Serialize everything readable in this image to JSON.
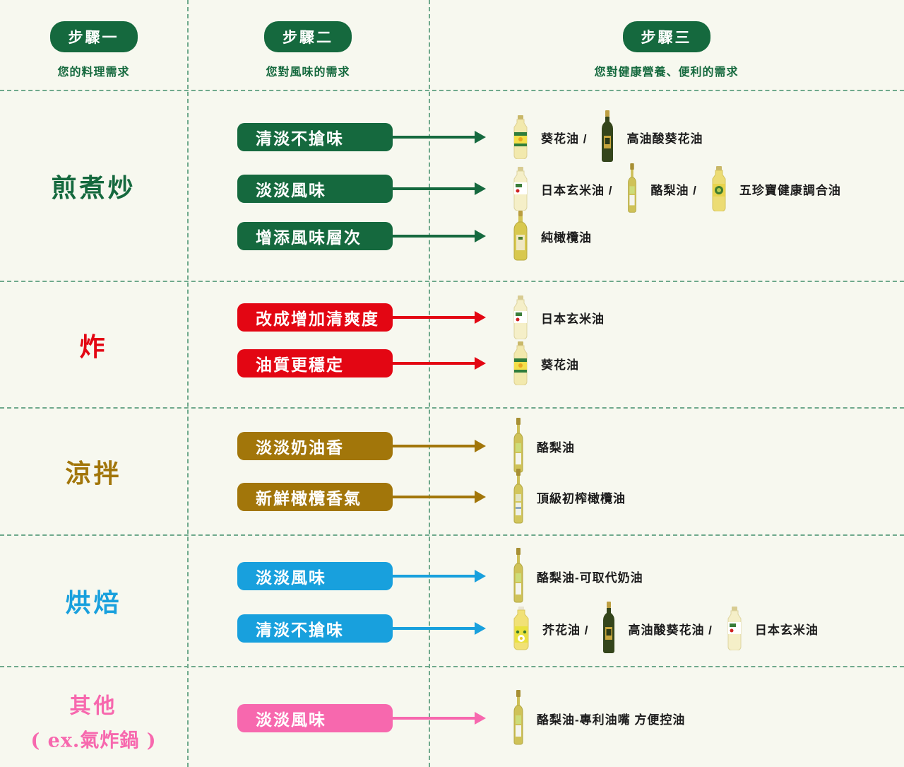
{
  "colors": {
    "background": "#f7f8ef",
    "divider_dash": "#6fa98c",
    "step_green": "#15693e",
    "fry_red": "#e30613",
    "salad_gold": "#a2760a",
    "baking_blue": "#18a0dd",
    "other_pink": "#f768ae",
    "product_text": "#1c1c1c"
  },
  "icons": {
    "arrow-right-icon": "solid horizontal shaft with triangle head, colored per row",
    "bottle-sunflower-oil-icon": "pale yellow PET bottle, green label",
    "bottle-high-oleic-sunflower-oil-icon": "dark green glass bottle, gold label",
    "bottle-rice-bran-oil-icon": "pale yellow PET bottle, white label with red dot",
    "bottle-avocado-oil-icon": "tall slim glass bottle, green and white label",
    "bottle-five-treasures-blend-oil-icon": "yellow PET bottle, green round label",
    "bottle-pure-olive-oil-icon": "yellow-green glass bottle, beige label",
    "bottle-extra-virgin-olive-oil-icon": "tall slim glass bottle, pale blue-white label",
    "bottle-canola-oil-icon": "yellow PET bottle, yellow label with white flower"
  },
  "header": {
    "steps": [
      {
        "badge": "步驟一",
        "caption": "您的料理需求"
      },
      {
        "badge": "步驟二",
        "caption": "您對風味的需求"
      },
      {
        "badge": "步驟三",
        "caption": "您對健康營養、便利的需求"
      }
    ]
  },
  "rows": [
    {
      "category": "煎煮炒",
      "color": "#15693e",
      "lines": [
        {
          "pill": "清淡不搶味",
          "products": [
            {
              "icon": "bottle-sunflower-oil-icon",
              "label": "葵花油 /"
            },
            {
              "icon": "bottle-high-oleic-sunflower-oil-icon",
              "label": "高油酸葵花油"
            }
          ]
        },
        {
          "pill": "淡淡風味",
          "products": [
            {
              "icon": "bottle-rice-bran-oil-icon",
              "label": "日本玄米油 /"
            },
            {
              "icon": "bottle-avocado-oil-icon",
              "label": "酪梨油 /"
            },
            {
              "icon": "bottle-five-treasures-blend-oil-icon",
              "label": "五珍寶健康調合油"
            }
          ]
        },
        {
          "pill": "增添風味層次",
          "products": [
            {
              "icon": "bottle-pure-olive-oil-icon",
              "label": "純橄欖油"
            }
          ]
        }
      ]
    },
    {
      "category": "炸",
      "color": "#e30613",
      "lines": [
        {
          "pill": "改成增加清爽度",
          "products": [
            {
              "icon": "bottle-rice-bran-oil-icon",
              "label": "日本玄米油"
            }
          ]
        },
        {
          "pill": "油質更穩定",
          "products": [
            {
              "icon": "bottle-sunflower-oil-icon",
              "label": "葵花油"
            }
          ]
        }
      ]
    },
    {
      "category": "涼拌",
      "color": "#a2760a",
      "lines": [
        {
          "pill": "淡淡奶油香",
          "products": [
            {
              "icon": "bottle-avocado-oil-icon",
              "label": "酪梨油"
            }
          ]
        },
        {
          "pill": "新鮮橄欖香氣",
          "products": [
            {
              "icon": "bottle-extra-virgin-olive-oil-icon",
              "label": "頂級初榨橄欖油"
            }
          ]
        }
      ]
    },
    {
      "category": "烘焙",
      "color": "#18a0dd",
      "lines": [
        {
          "pill": "淡淡風味",
          "products": [
            {
              "icon": "bottle-avocado-oil-icon",
              "label": "酪梨油-可取代奶油"
            }
          ]
        },
        {
          "pill": "清淡不搶味",
          "products": [
            {
              "icon": "bottle-canola-oil-icon",
              "label": "芥花油 /"
            },
            {
              "icon": "bottle-high-oleic-sunflower-oil-icon",
              "label": "高油酸葵花油 /"
            },
            {
              "icon": "bottle-rice-bran-oil-icon",
              "label": "日本玄米油"
            }
          ]
        }
      ]
    },
    {
      "category": "其他",
      "category_sub": "( ex.氣炸鍋 )",
      "color": "#f768ae",
      "lines": [
        {
          "pill": "淡淡風味",
          "products": [
            {
              "icon": "bottle-avocado-oil-icon",
              "label": "酪梨油-專利油嘴 方便控油"
            }
          ]
        }
      ]
    }
  ]
}
